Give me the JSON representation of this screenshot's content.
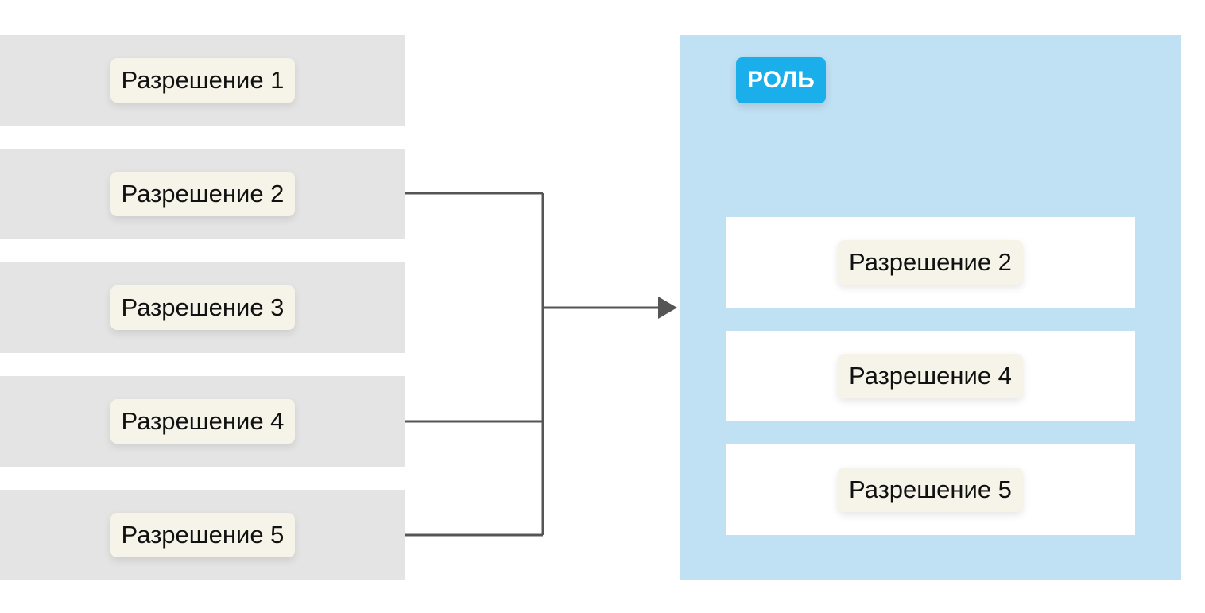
{
  "permissions": [
    {
      "label": "Разрешение 1"
    },
    {
      "label": "Разрешение 2"
    },
    {
      "label": "Разрешение 3"
    },
    {
      "label": "Разрешение 4"
    },
    {
      "label": "Разрешение 5"
    }
  ],
  "role": {
    "title": "РОЛЬ",
    "permissions": [
      {
        "label": "Разрешение 2"
      },
      {
        "label": "Разрешение 4"
      },
      {
        "label": "Разрешение 5"
      }
    ]
  },
  "colors": {
    "left_band": "#e4e4e4",
    "chip": "#f6f3e8",
    "role_panel": "#c0e0f3",
    "role_badge": "#1aaeea",
    "connector": "#555555"
  }
}
